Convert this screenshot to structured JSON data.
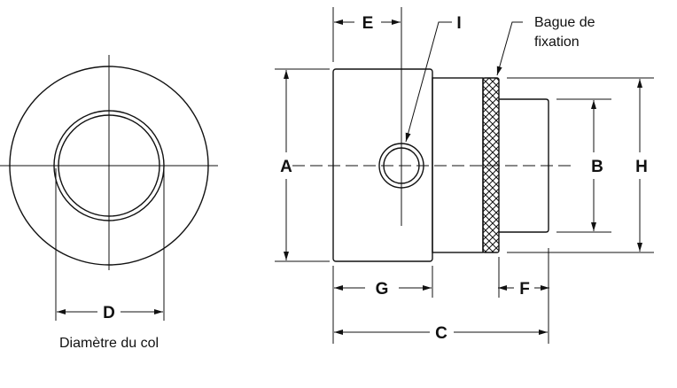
{
  "labels": {
    "A": "A",
    "B": "B",
    "C": "C",
    "D": "D",
    "E": "E",
    "F": "F",
    "G": "G",
    "H": "H",
    "I": "I"
  },
  "callouts": {
    "ring_line1": "Bague de",
    "ring_line2": "fixation",
    "neck_diameter": "Diamètre du col"
  }
}
